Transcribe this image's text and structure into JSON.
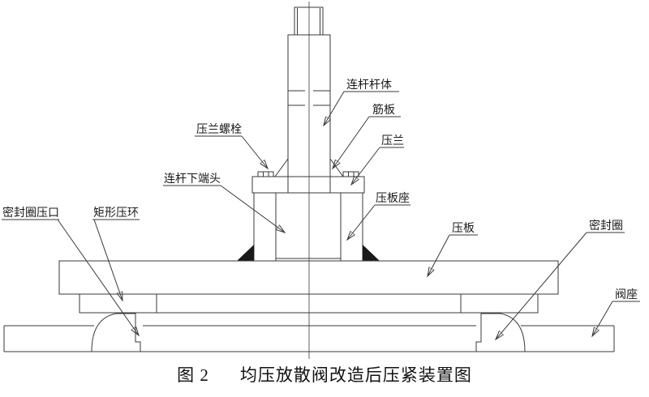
{
  "figure": {
    "caption_prefix": "图 2",
    "caption_title": "均压放散阀改造后压紧装置图"
  },
  "labels": {
    "rod_body": "连杆杆体",
    "rib_plate": "筋板",
    "flange": "压兰",
    "flange_bolt": "压兰螺栓",
    "rod_lower_end": "连杆下端头",
    "plate_seat": "压板座",
    "plate": "压板",
    "seal_ring": "密封圈",
    "valve_seat": "阀座",
    "seal_ring_lip": "密封圈压口",
    "rect_ring": "矩形压环"
  },
  "colors": {
    "background": "#ffffff",
    "line": "#3a3a3a",
    "text": "#1a1a1a"
  }
}
